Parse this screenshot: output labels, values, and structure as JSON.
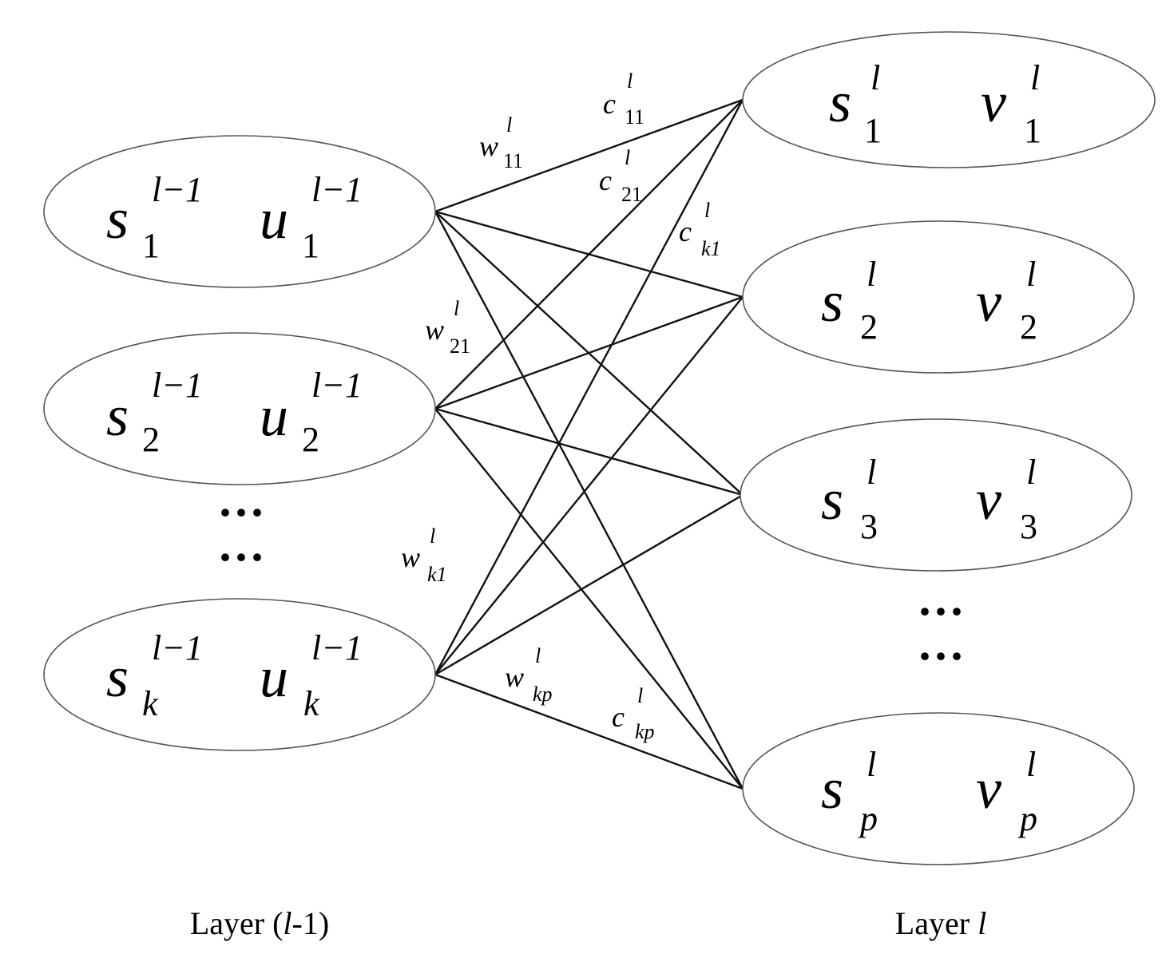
{
  "left_nodes": [
    {
      "s_base": "s",
      "s_sup": "l−1",
      "s_sub": "1",
      "u_base": "u",
      "u_sup": "l−1",
      "u_sub": "1"
    },
    {
      "s_base": "s",
      "s_sup": "l−1",
      "s_sub": "2",
      "u_base": "u",
      "u_sup": "l−1",
      "u_sub": "2"
    },
    {
      "s_base": "s",
      "s_sup": "l−1",
      "s_sub": "k",
      "u_base": "u",
      "u_sup": "l−1",
      "u_sub": "k"
    }
  ],
  "right_nodes": [
    {
      "s_base": "s",
      "s_sup": "l",
      "s_sub": "1",
      "v_base": "v",
      "v_sup": "l",
      "v_sub": "1"
    },
    {
      "s_base": "s",
      "s_sup": "l",
      "s_sub": "2",
      "v_base": "v",
      "v_sup": "l",
      "v_sub": "2"
    },
    {
      "s_base": "s",
      "s_sup": "l",
      "s_sub": "3",
      "v_base": "v",
      "v_sup": "l",
      "v_sub": "3"
    },
    {
      "s_base": "s",
      "s_sup": "l",
      "s_sub": "p",
      "v_base": "v",
      "v_sup": "l",
      "v_sub": "p"
    }
  ],
  "ellipsis": "···",
  "weight_labels": [
    {
      "base": "w",
      "sup": "l",
      "sub": "11"
    },
    {
      "base": "w",
      "sup": "l",
      "sub": "21"
    },
    {
      "base": "w",
      "sup": "l",
      "sub": "k1"
    },
    {
      "base": "w",
      "sup": "l",
      "sub": "kp"
    }
  ],
  "connection_labels": [
    {
      "base": "c",
      "sup": "l",
      "sub": "11"
    },
    {
      "base": "c",
      "sup": "l",
      "sub": "21"
    },
    {
      "base": "c",
      "sup": "l",
      "sub": "k1"
    },
    {
      "base": "c",
      "sup": "l",
      "sub": "kp"
    }
  ],
  "layer_labels": {
    "left_prefix": "Layer (",
    "left_var": "l",
    "left_suffix": "-1)",
    "right_prefix": "Layer ",
    "right_var": "l"
  }
}
